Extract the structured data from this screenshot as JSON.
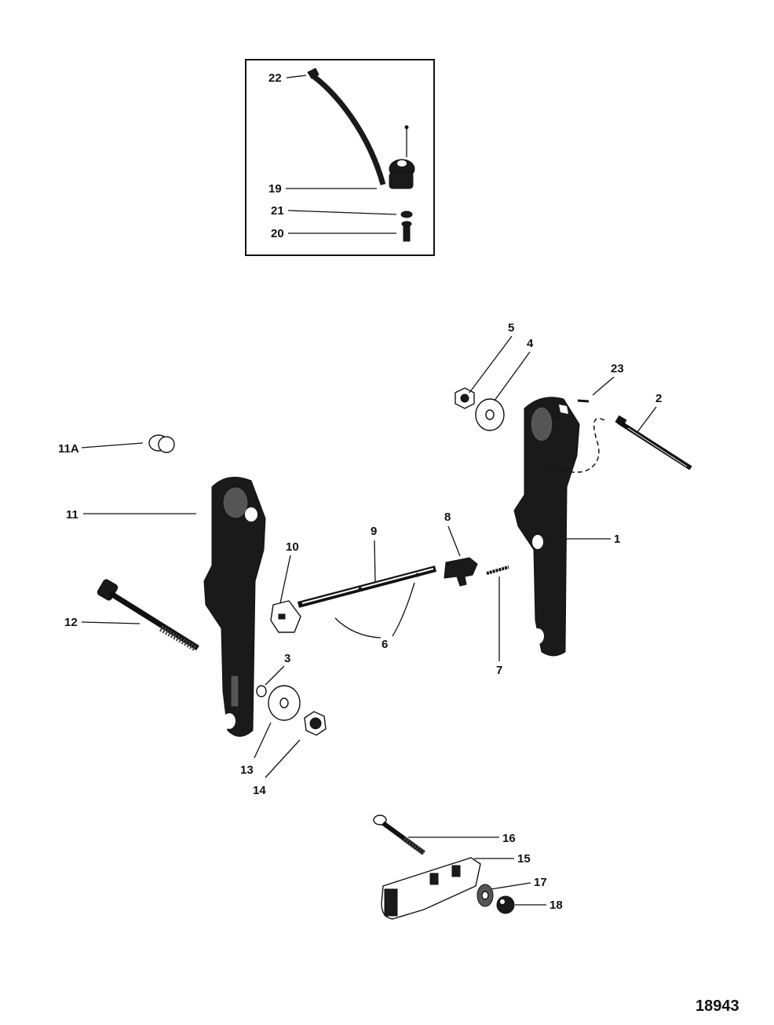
{
  "callouts": {
    "c1": "1",
    "c2": "2",
    "c3": "3",
    "c4": "4",
    "c5": "5",
    "c6": "6",
    "c7": "7",
    "c8": "8",
    "c9": "9",
    "c10": "10",
    "c11": "11",
    "c11a": "11A",
    "c12": "12",
    "c13": "13",
    "c14": "14",
    "c15": "15",
    "c16": "16",
    "c17": "17",
    "c18": "18",
    "c19": "19",
    "c20": "20",
    "c21": "21",
    "c22": "22",
    "c23": "23"
  },
  "figure_number": "18943"
}
